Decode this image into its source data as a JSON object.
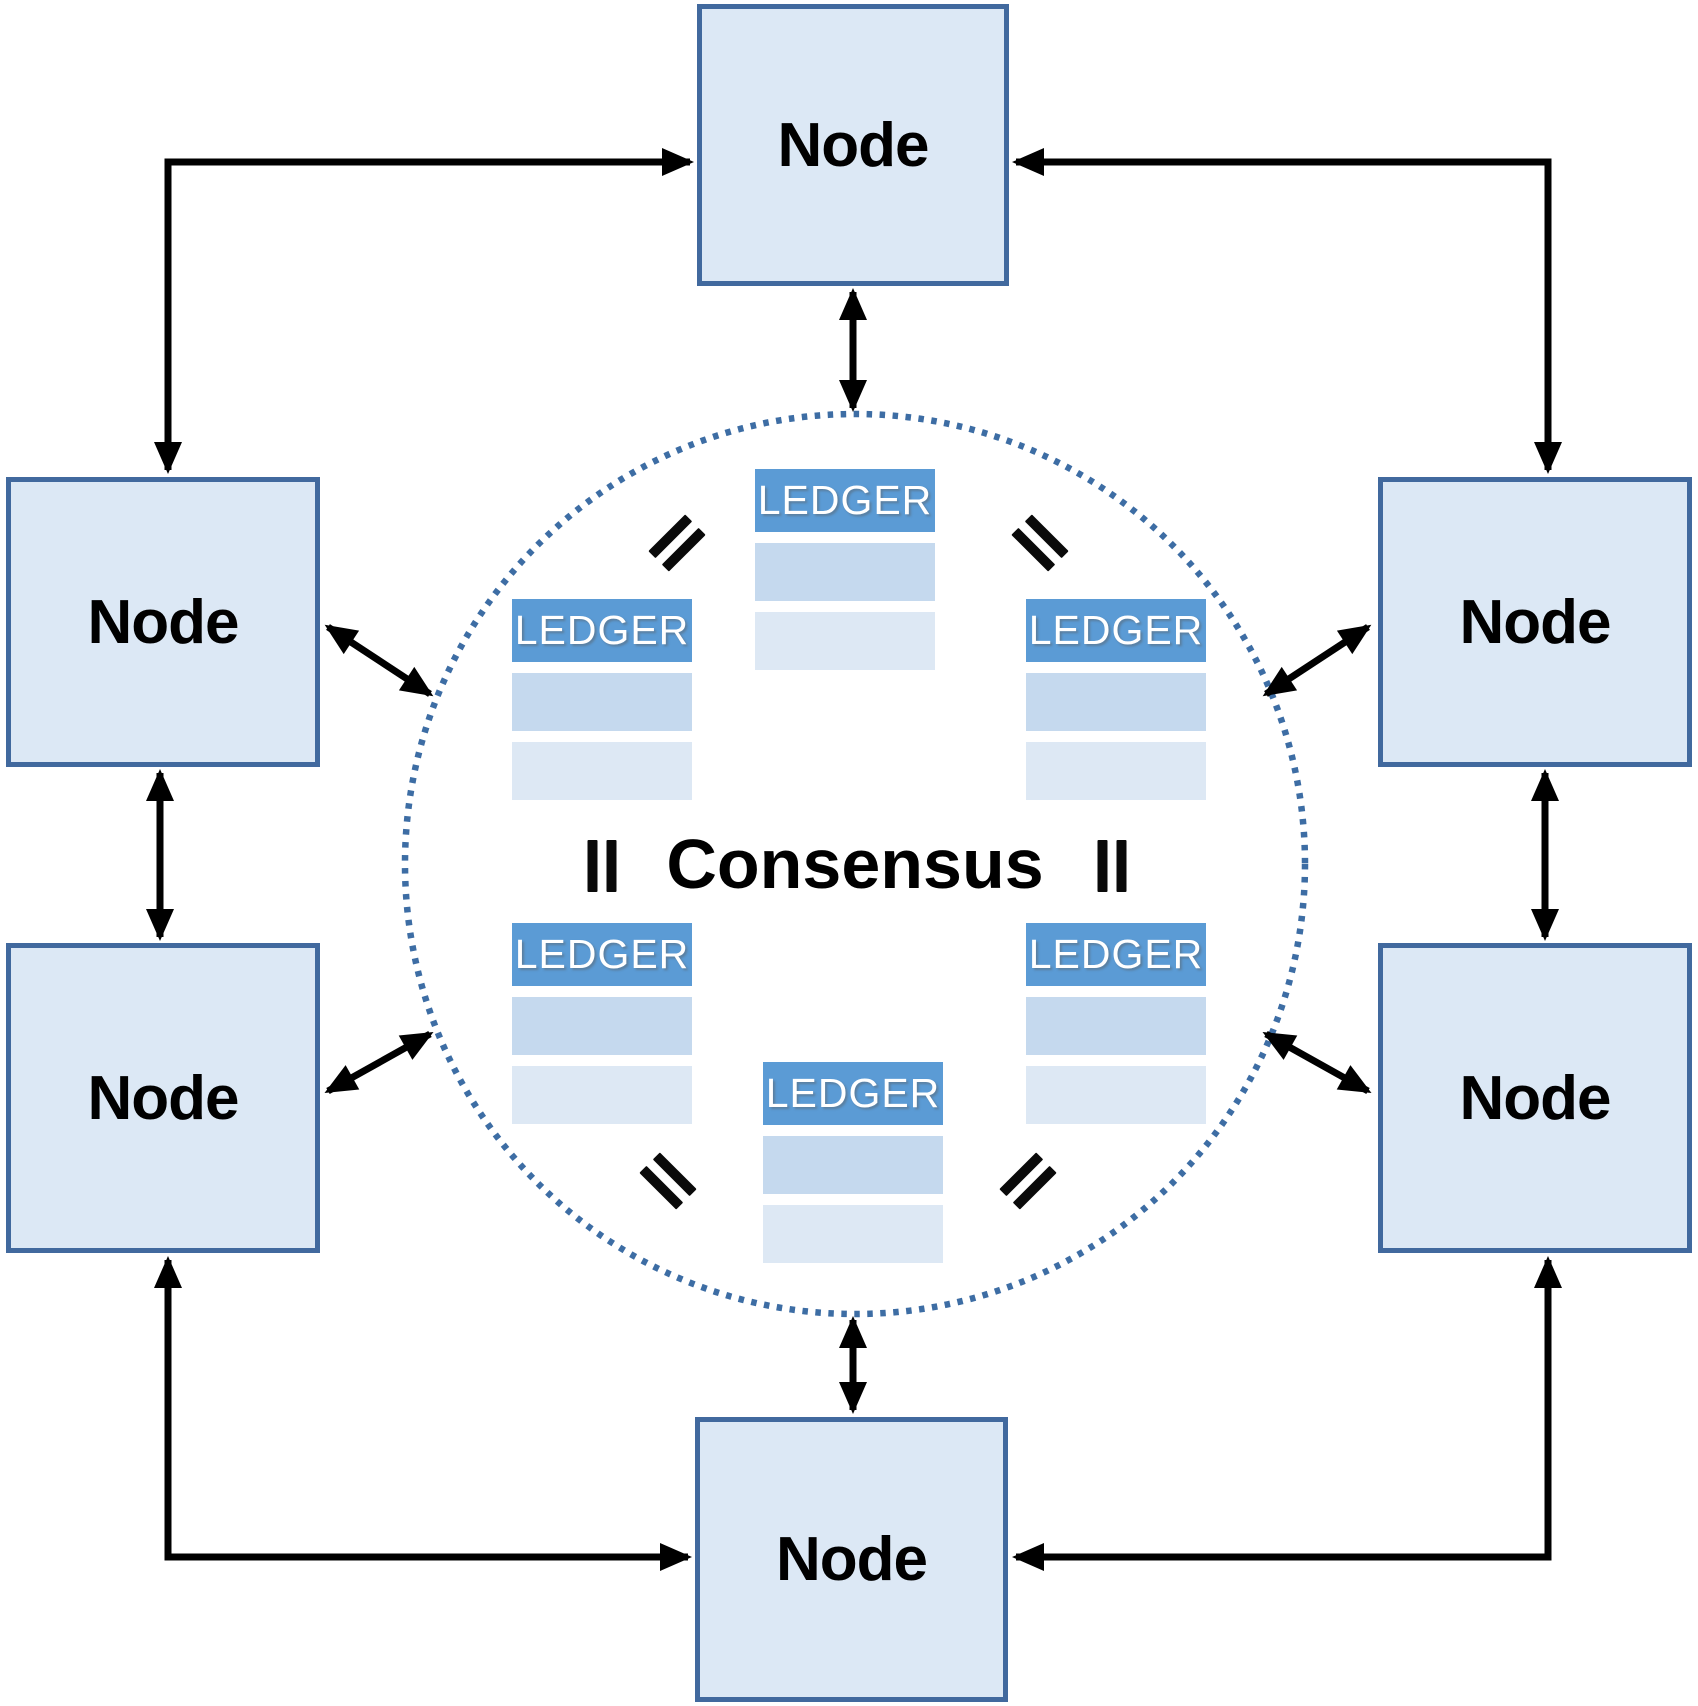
{
  "diagram": {
    "consensus": {
      "label": "Consensus"
    },
    "nodes": [
      {
        "id": "top",
        "label": "Node"
      },
      {
        "id": "upper-left",
        "label": "Node"
      },
      {
        "id": "upper-right",
        "label": "Node"
      },
      {
        "id": "lower-left",
        "label": "Node"
      },
      {
        "id": "lower-right",
        "label": "Node"
      },
      {
        "id": "bottom",
        "label": "Node"
      }
    ],
    "ledgers": [
      {
        "id": "top",
        "label": "LEDGER"
      },
      {
        "id": "upper-left",
        "label": "LEDGER"
      },
      {
        "id": "upper-right",
        "label": "LEDGER"
      },
      {
        "id": "lower-left",
        "label": "LEDGER"
      },
      {
        "id": "lower-right",
        "label": "LEDGER"
      },
      {
        "id": "bottom",
        "label": "LEDGER"
      }
    ],
    "icons": {
      "equals": "=",
      "connector": "double-headed-arrow"
    },
    "colors": {
      "node_fill": "#dce8f5",
      "node_border": "#41699e",
      "ledger_header": "#5b9bd5",
      "ledger_row_1": "#c5d9ee",
      "ledger_row_2": "#dde8f4",
      "circle_dots": "#3d6da4",
      "arrow": "#000000",
      "text": "#000000"
    }
  }
}
